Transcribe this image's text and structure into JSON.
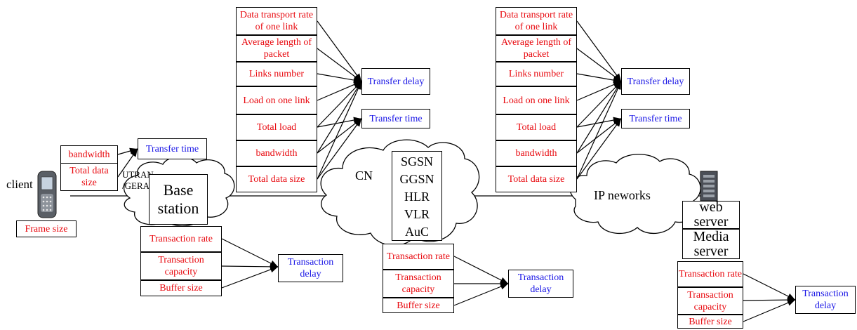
{
  "client": {
    "label": "client",
    "params": [
      "bandwidth",
      "Total data size"
    ],
    "frame_size": "Frame size",
    "transfer_time": "Transfer time"
  },
  "access": {
    "network_label": "UTRAN /GERAN",
    "node": "Base station",
    "transaction_params": [
      "Transaction rate",
      "Transaction capacity",
      "Buffer size"
    ],
    "transaction_delay": "Transaction delay"
  },
  "link_params_left": [
    "Data transport rate of one link",
    "Average length of packet",
    "Links number",
    "Load on one link",
    "Total load",
    "bandwidth",
    "Total data size"
  ],
  "link_params_right": [
    "Data transport rate of one link",
    "Average length of packet",
    "Links number",
    "Load on one link",
    "Total load",
    "bandwidth",
    "Total data size"
  ],
  "link_outputs_left": {
    "transfer_delay": "Transfer delay",
    "transfer_time": "Transfer time"
  },
  "link_outputs_right": {
    "transfer_delay": "Transfer delay",
    "transfer_time": "Transfer time"
  },
  "core": {
    "label": "CN",
    "nodes": [
      "SGSN",
      "GGSN",
      "HLR",
      "VLR",
      "AuC"
    ],
    "transaction_params": [
      "Transaction rate",
      "Transaction capacity",
      "Buffer size"
    ],
    "transaction_delay": "Transaction delay"
  },
  "ip": {
    "label": "IP neworks",
    "servers": [
      "web server",
      "Media server"
    ],
    "transaction_params": [
      "Transaction rate",
      "Transaction capacity",
      "Buffer size"
    ],
    "transaction_delay": "Transaction delay"
  },
  "colors": {
    "param": "#e8090f",
    "output": "#1b17e6",
    "line": "#000000"
  }
}
